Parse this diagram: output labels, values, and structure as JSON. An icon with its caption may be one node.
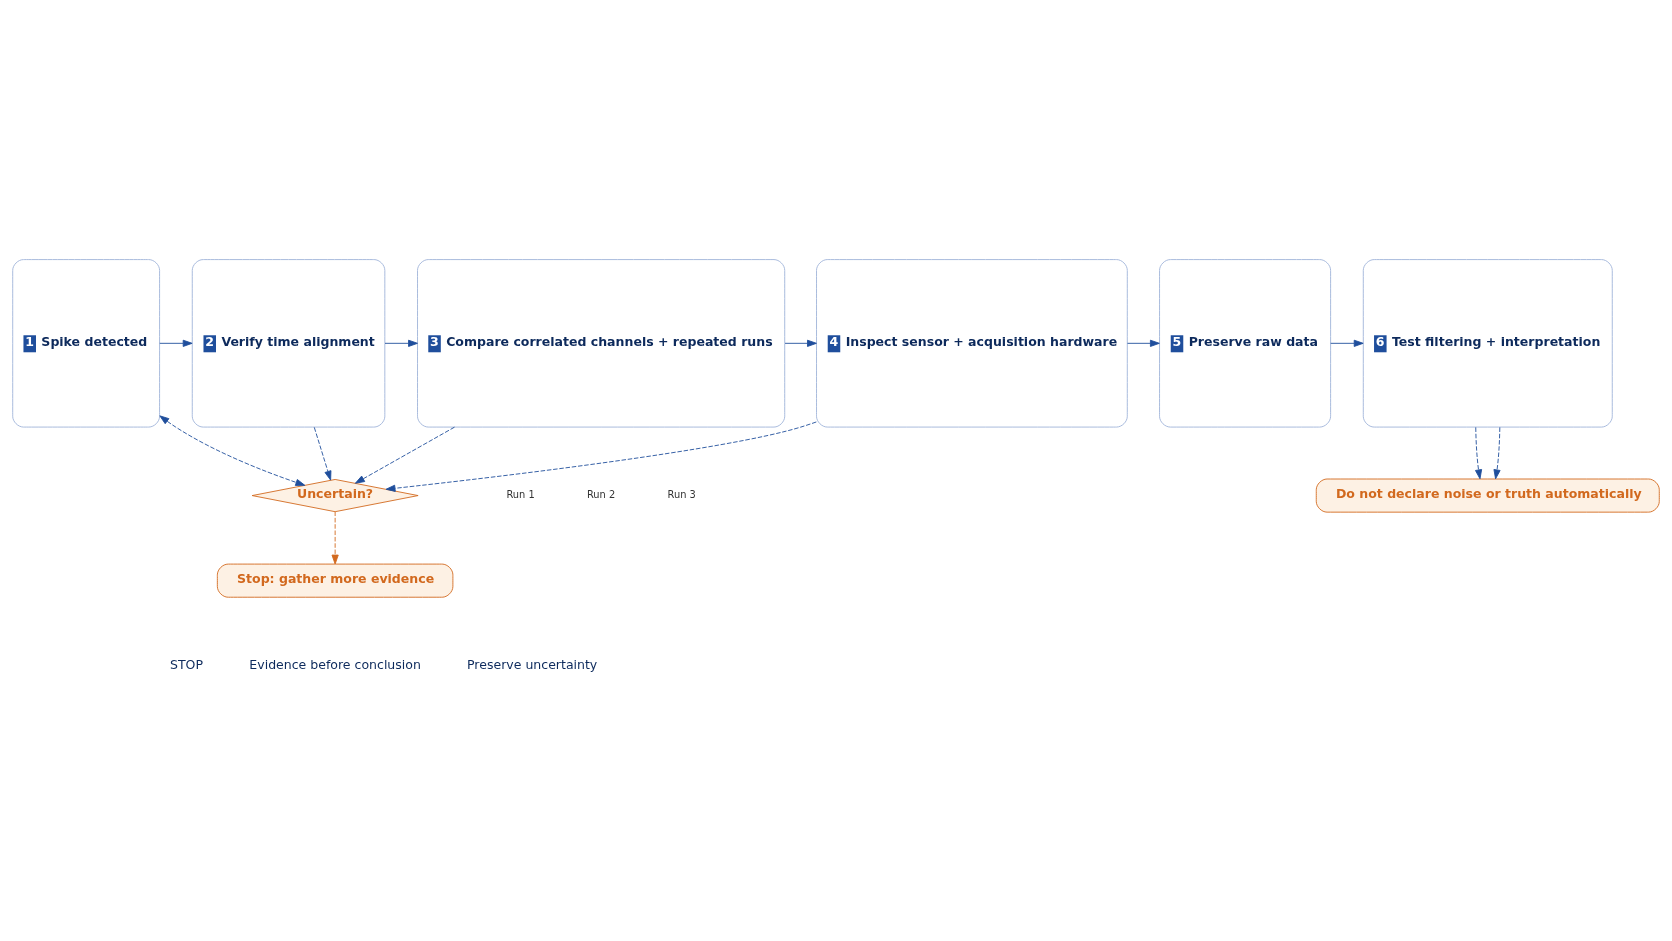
{
  "diagram": {
    "nodes": [
      {
        "text": [
          "1",
          "Spike detected"
        ]
      },
      {
        "text": [
          "2",
          "Verify time alignment"
        ]
      },
      {
        "text": [
          "3",
          "Compare correlated channels + repeated runs"
        ]
      },
      {
        "text": [
          "4",
          "Inspect sensor + acquisition hardware"
        ]
      },
      {
        "text": [
          "5",
          "Preserve raw data"
        ]
      },
      {
        "text": [
          "6",
          "Test filtering + interpretation"
        ]
      },
      {
        "text": [
          "Uncertain?"
        ]
      },
      {
        "text": [
          "Stop: gather more evidence"
        ]
      },
      {
        "text": [
          "Do not declare noise or truth automatically"
        ]
      }
    ],
    "edges": [
      {
        "from": 0,
        "to": 1,
        "arrow": "to"
      },
      {
        "from": 1,
        "to": 2,
        "arrow": "to"
      },
      {
        "from": 2,
        "to": 3,
        "arrow": "to"
      },
      {
        "from": 3,
        "to": 4,
        "arrow": "to"
      },
      {
        "from": 4,
        "to": 5,
        "arrow": "to"
      },
      {
        "from": 0,
        "to": 6,
        "arrow": "both",
        "style": "dashed"
      },
      {
        "from": 1,
        "to": 6,
        "arrow": "to",
        "style": "dashed"
      },
      {
        "from": 2,
        "to": 6,
        "arrow": "to",
        "style": "dashed"
      },
      {
        "from": 3,
        "to": 6,
        "arrow": "to",
        "style": "dashed"
      },
      {
        "from": 6,
        "to": 7,
        "arrow": "to",
        "style": "dashed",
        "color": "#d2691e"
      },
      {
        "from": 5,
        "to": 8,
        "arrow": "to",
        "style": "dashed"
      },
      {
        "from": 5,
        "to": 8,
        "arrow": "to",
        "style": "dashed"
      }
    ],
    "labels": [
      "STOP",
      "Evidence before conclusion",
      "Preserve uncertainty"
    ],
    "legend": [
      {
        "text": "Run 1"
      },
      {
        "text": "Run 2"
      },
      {
        "text": "Run 3"
      }
    ]
  }
}
